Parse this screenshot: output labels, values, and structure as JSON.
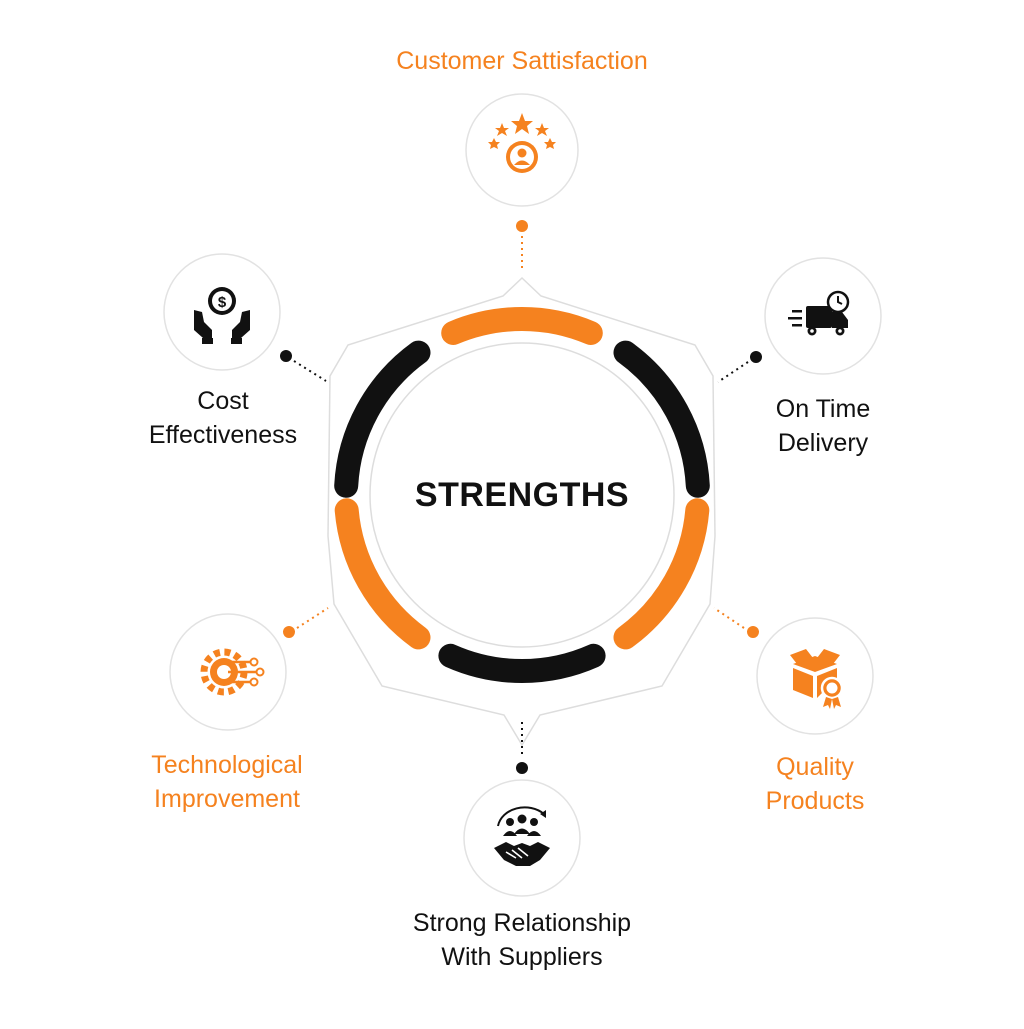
{
  "center": {
    "title": "STRENGTHS"
  },
  "colors": {
    "accent": "#f5821f",
    "dark": "#111111",
    "ring_outline": "#dddddd"
  },
  "items": [
    {
      "key": "customer",
      "lines": [
        "Customer Sattisfaction"
      ],
      "icon": "customer-satisfaction-icon",
      "color": "accent"
    },
    {
      "key": "delivery",
      "lines": [
        "On Time",
        "Delivery"
      ],
      "icon": "delivery-truck-icon",
      "color": "dark"
    },
    {
      "key": "quality",
      "lines": [
        "Quality",
        "Products"
      ],
      "icon": "quality-box-icon",
      "color": "accent"
    },
    {
      "key": "suppliers",
      "lines": [
        "Strong Relationship",
        "With Suppliers"
      ],
      "icon": "handshake-team-icon",
      "color": "dark"
    },
    {
      "key": "technology",
      "lines": [
        "Technological",
        "Improvement"
      ],
      "icon": "gear-circuit-icon",
      "color": "accent"
    },
    {
      "key": "cost",
      "lines": [
        "Cost",
        "Effectiveness"
      ],
      "icon": "money-hands-icon",
      "color": "dark"
    }
  ]
}
